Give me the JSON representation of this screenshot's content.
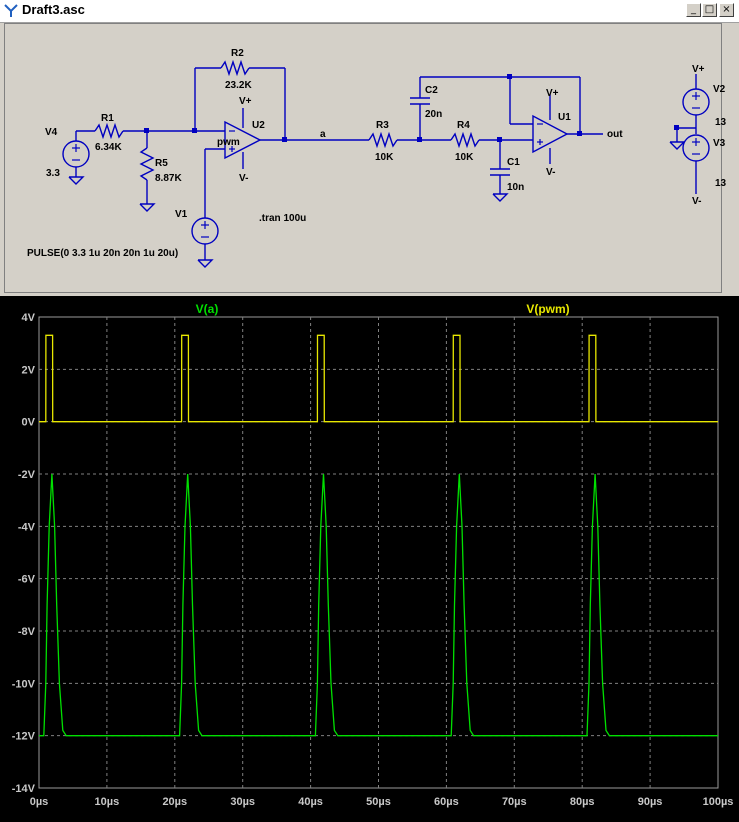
{
  "window": {
    "title": "Draft3.asc",
    "min_label": "_",
    "max_label": "□",
    "close_label": "×"
  },
  "schematic": {
    "components": {
      "V4": {
        "name": "V4",
        "value": "3.3"
      },
      "R1": {
        "name": "R1",
        "value": "6.34K"
      },
      "R5": {
        "name": "R5",
        "value": "8.87K"
      },
      "R2": {
        "name": "R2",
        "value": "23.2K"
      },
      "U2": {
        "name": "U2"
      },
      "V1": {
        "name": "V1",
        "value": "PULSE(0 3.3 1u 20n 20n 1u 20u)"
      },
      "R3": {
        "name": "R3",
        "value": "10K"
      },
      "R4": {
        "name": "R4",
        "value": "10K"
      },
      "C2": {
        "name": "C2",
        "value": "20n"
      },
      "C1": {
        "name": "C1",
        "value": "10n"
      },
      "U1": {
        "name": "U1"
      },
      "V2": {
        "name": "V2",
        "value": "13"
      },
      "V3": {
        "name": "V3",
        "value": "13"
      }
    },
    "nets": {
      "pwm": "pwm",
      "a": "a",
      "out": "out"
    },
    "directive": ".tran 100u"
  },
  "chart_data": {
    "type": "line",
    "x_unit": "µs",
    "y_unit": "V",
    "xlim": [
      0,
      100
    ],
    "ylim": [
      -14,
      4
    ],
    "x_ticks": [
      "0µs",
      "10µs",
      "20µs",
      "30µs",
      "40µs",
      "50µs",
      "60µs",
      "70µs",
      "80µs",
      "90µs",
      "100µs"
    ],
    "y_ticks": [
      "4V",
      "2V",
      "0V",
      "-2V",
      "-4V",
      "-6V",
      "-8V",
      "-10V",
      "-12V",
      "-14V"
    ],
    "grid": true,
    "series": [
      {
        "name": "V(a)",
        "color": "#00e000",
        "x": [
          0,
          0.7,
          1.0,
          1.2,
          1.5,
          1.9,
          2.3,
          2.6,
          3.0,
          3.5,
          4.0,
          5,
          20.7,
          21.0,
          21.2,
          21.5,
          21.9,
          22.3,
          22.6,
          23.0,
          23.5,
          24.0,
          25,
          40.7,
          41.0,
          41.2,
          41.5,
          41.9,
          42.3,
          42.6,
          43.0,
          43.5,
          44.0,
          45,
          60.7,
          61.0,
          61.2,
          61.5,
          61.9,
          62.3,
          62.6,
          63.0,
          63.5,
          64.0,
          65,
          80.7,
          81.0,
          81.2,
          81.5,
          81.9,
          82.3,
          82.6,
          83.0,
          83.5,
          84.0,
          85,
          100
        ],
        "y": [
          -12,
          -12,
          -10,
          -7,
          -4,
          -2,
          -4,
          -7,
          -10,
          -11.8,
          -12,
          -12,
          -12,
          -10,
          -7,
          -4,
          -2,
          -4,
          -7,
          -10,
          -11.8,
          -12,
          -12,
          -12,
          -10,
          -7,
          -4,
          -2,
          -4,
          -7,
          -10,
          -11.8,
          -12,
          -12,
          -12,
          -10,
          -7,
          -4,
          -2,
          -4,
          -7,
          -10,
          -11.8,
          -12,
          -12,
          -12,
          -10,
          -7,
          -4,
          -2,
          -4,
          -7,
          -10,
          -11.8,
          -12,
          -12,
          -12
        ]
      },
      {
        "name": "V(pwm)",
        "color": "#e8e800",
        "x": [
          0,
          1,
          1.02,
          2,
          2.02,
          21,
          21.02,
          22,
          22.02,
          41,
          41.02,
          42,
          42.02,
          61,
          61.02,
          62,
          62.02,
          81,
          81.02,
          82,
          82.02,
          100
        ],
        "y": [
          0,
          0,
          3.3,
          3.3,
          0,
          0,
          3.3,
          3.3,
          0,
          0,
          3.3,
          3.3,
          0,
          0,
          3.3,
          3.3,
          0,
          0,
          3.3,
          3.3,
          0,
          0
        ]
      }
    ]
  }
}
